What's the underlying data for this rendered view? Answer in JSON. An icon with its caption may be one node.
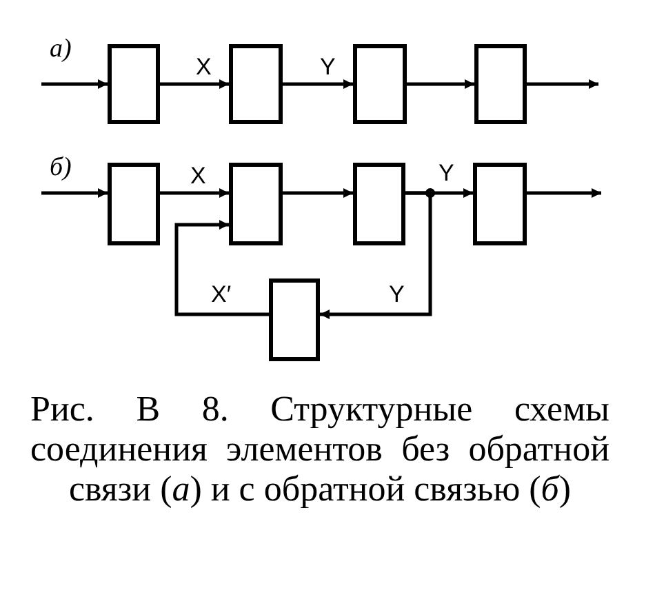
{
  "diagram": {
    "caption": "Рис. В 8. Структурные схемы соединения элементов без обратной связи (*а*) и с обратной связью (*б*)",
    "nodes": [
      {
        "text": [],
        "shape": "box"
      },
      {
        "text": [],
        "shape": "box"
      },
      {
        "text": [],
        "shape": "box"
      },
      {
        "text": [],
        "shape": "box"
      },
      {
        "text": [],
        "shape": "box"
      },
      {
        "text": [],
        "shape": "box"
      },
      {
        "text": [],
        "shape": "box"
      },
      {
        "text": [],
        "shape": "box"
      },
      {
        "text": [],
        "shape": "box"
      }
    ],
    "edges": [
      {
        "from": null,
        "to": 0,
        "arrow": "to"
      },
      {
        "from": 0,
        "to": 1,
        "arrow": "to",
        "label": "X"
      },
      {
        "from": 1,
        "to": 2,
        "arrow": "to",
        "label": "Y"
      },
      {
        "from": 2,
        "to": 3,
        "arrow": "to"
      },
      {
        "from": 3,
        "to": null,
        "arrow": "to"
      },
      {
        "from": null,
        "to": 4,
        "arrow": "to"
      },
      {
        "from": 4,
        "to": 5,
        "arrow": "to",
        "label": "X"
      },
      {
        "from": 5,
        "to": 6,
        "arrow": "to"
      },
      {
        "from": 6,
        "to": 7,
        "arrow": "to",
        "label": "Y"
      },
      {
        "from": 6,
        "to": 8,
        "arrow": "to",
        "label": "Y"
      },
      {
        "from": 8,
        "to": 5,
        "arrow": "to",
        "label": "X′"
      },
      {
        "from": 7,
        "to": null,
        "arrow": "to"
      }
    ],
    "labels": [
      "а)",
      "б)"
    ]
  }
}
